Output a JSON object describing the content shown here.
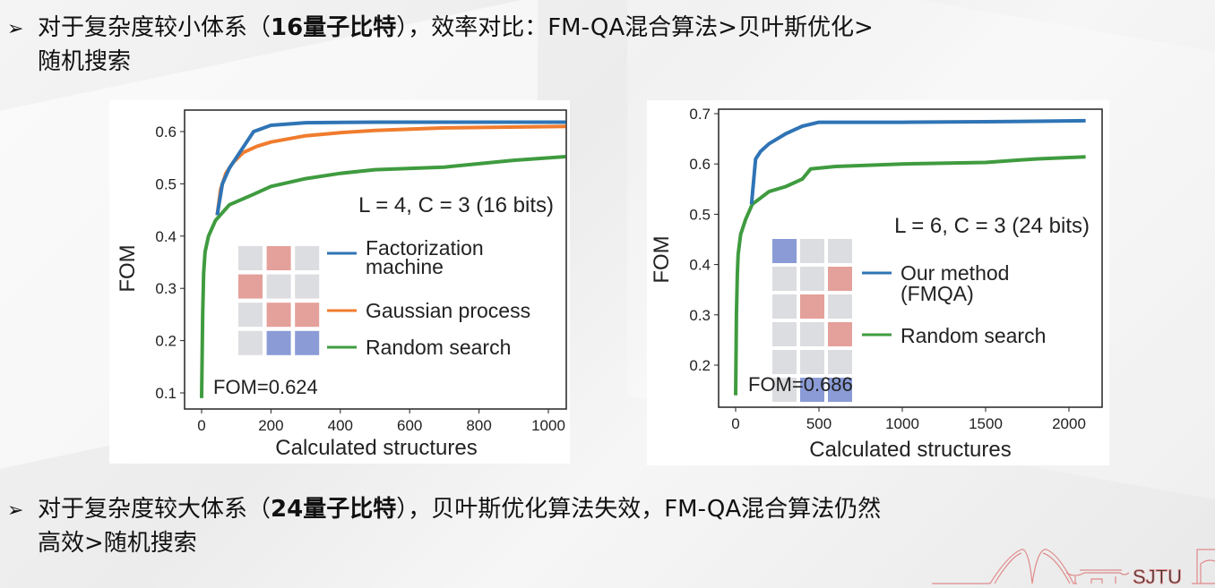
{
  "bullets": [
    {
      "marker": "➢",
      "pre": "对于复杂度较小体系（",
      "bold": "16量子比特",
      "post": "），效率对比：FM-QA混合算法>贝叶斯优化>",
      "cont": "随机搜索"
    },
    {
      "marker": "➢",
      "pre": "对于复杂度较大体系（",
      "bold": "24量子比特",
      "post": "），贝叶斯优化算法失效，FM-QA混合算法仍然",
      "cont": "高效>随机搜索"
    }
  ],
  "logo_text": "SJTU",
  "colors": {
    "blue": "#2f74b5",
    "orange": "#f07c2e",
    "green": "#3f9b3f",
    "cell_gray": "#dcdde0",
    "cell_red": "#e4a09a",
    "cell_blue": "#8a9bd6"
  },
  "chart_data": [
    {
      "type": "line",
      "title": "",
      "annotation": "L = 4, C = 3 (16 bits)",
      "fom_label": "FOM=0.624",
      "xlabel": "Calculated structures",
      "ylabel": "FOM",
      "xlim": [
        -50,
        1090
      ],
      "ylim": [
        0.07,
        0.64
      ],
      "xticks": [
        "0",
        "200",
        "400",
        "600",
        "800",
        "1000"
      ],
      "xtick_values": [
        0,
        200,
        400,
        600,
        800,
        1000
      ],
      "yticks": [
        "0.1",
        "0.2",
        "0.3",
        "0.4",
        "0.5",
        "0.6"
      ],
      "ytick_values": [
        0.1,
        0.2,
        0.3,
        0.4,
        0.5,
        0.6
      ],
      "grid": false,
      "legend_placement": "center-right",
      "inset_grid": [
        [
          "g",
          "r",
          "g"
        ],
        [
          "r",
          "g",
          "g"
        ],
        [
          "g",
          "r",
          "r"
        ],
        [
          "g",
          "b",
          "b"
        ]
      ],
      "series": [
        {
          "name": "Factorization machine",
          "legend_lines": [
            "Factorization",
            "machine"
          ],
          "color": "#2f74b5",
          "x": [
            45,
            60,
            80,
            100,
            130,
            150,
            200,
            300,
            500,
            1050
          ],
          "y": [
            0.44,
            0.5,
            0.53,
            0.55,
            0.58,
            0.6,
            0.612,
            0.617,
            0.618,
            0.618
          ]
        },
        {
          "name": "Gaussian process",
          "legend_lines": [
            "Gaussian process"
          ],
          "color": "#f07c2e",
          "x": [
            45,
            55,
            70,
            90,
            120,
            160,
            200,
            300,
            400,
            500,
            700,
            1050
          ],
          "y": [
            0.44,
            0.49,
            0.52,
            0.54,
            0.56,
            0.572,
            0.58,
            0.592,
            0.598,
            0.602,
            0.607,
            0.61
          ]
        },
        {
          "name": "Random search",
          "legend_lines": [
            "Random search"
          ],
          "color": "#3f9b3f",
          "x": [
            0,
            3,
            6,
            10,
            20,
            40,
            80,
            150,
            200,
            300,
            400,
            500,
            700,
            900,
            1050
          ],
          "y": [
            0.09,
            0.25,
            0.33,
            0.37,
            0.4,
            0.43,
            0.46,
            0.48,
            0.495,
            0.51,
            0.52,
            0.527,
            0.532,
            0.545,
            0.552
          ]
        }
      ]
    },
    {
      "type": "line",
      "title": "",
      "annotation": "L = 6, C = 3 (24 bits)",
      "fom_label": "FOM=0.686",
      "xlabel": "Calculated structures",
      "ylabel": "FOM",
      "xlim": [
        -100,
        2180
      ],
      "ylim": [
        0.12,
        0.71
      ],
      "xticks": [
        "0",
        "500",
        "1000",
        "1500",
        "2000"
      ],
      "xtick_values": [
        0,
        500,
        1000,
        1500,
        2000
      ],
      "yticks": [
        "0.2",
        "0.3",
        "0.4",
        "0.5",
        "0.6",
        "0.7"
      ],
      "ytick_values": [
        0.2,
        0.3,
        0.4,
        0.5,
        0.6,
        0.7
      ],
      "grid": false,
      "legend_placement": "center-right",
      "inset_grid": [
        [
          "b",
          "g",
          "g"
        ],
        [
          "g",
          "g",
          "r"
        ],
        [
          "g",
          "r",
          "g"
        ],
        [
          "g",
          "g",
          "r"
        ],
        [
          "g",
          "g",
          "g"
        ],
        [
          "g",
          "b",
          "b"
        ]
      ],
      "series": [
        {
          "name": "Our method (FMQA)",
          "legend_lines": [
            "Our method",
            "(FMQA)"
          ],
          "color": "#2f74b5",
          "x": [
            95,
            120,
            150,
            200,
            300,
            400,
            500,
            1000,
            1500,
            2100
          ],
          "y": [
            0.52,
            0.61,
            0.625,
            0.64,
            0.66,
            0.675,
            0.683,
            0.683,
            0.684,
            0.686
          ]
        },
        {
          "name": "Random search",
          "legend_lines": [
            "Random search"
          ],
          "color": "#3f9b3f",
          "x": [
            0,
            5,
            10,
            15,
            30,
            60,
            100,
            200,
            300,
            400,
            450,
            600,
            1000,
            1500,
            1800,
            2100
          ],
          "y": [
            0.14,
            0.3,
            0.38,
            0.42,
            0.46,
            0.49,
            0.52,
            0.545,
            0.555,
            0.57,
            0.59,
            0.595,
            0.6,
            0.603,
            0.61,
            0.614
          ]
        }
      ]
    }
  ]
}
